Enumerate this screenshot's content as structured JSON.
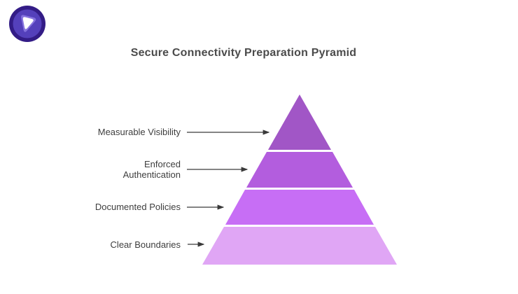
{
  "title": "Secure Connectivity Preparation Pyramid",
  "logo": {
    "name": "shield-pick-logo",
    "colors": {
      "outer": "#331c86",
      "mid": "#5440bb",
      "halo": "#8673de",
      "center": "#ffffff"
    }
  },
  "chart_data": {
    "type": "pyramid",
    "title": "Secure Connectivity Preparation Pyramid",
    "levels_top_to_bottom": [
      "Measurable Visibility",
      "Enforced Authentication",
      "Documented Policies",
      "Clear Boundaries"
    ],
    "colors_top_to_bottom": [
      "#a156c6",
      "#b35dde",
      "#c76ef5",
      "#e0a6f5"
    ],
    "legend": "none",
    "labels_position": "left-with-arrows"
  },
  "pyramid": {
    "arrow_color": "#3a3a3a",
    "levels": [
      {
        "label": "Measurable Visibility",
        "color": "#a156c6"
      },
      {
        "label": "Enforced\nAuthentication",
        "color": "#b35dde"
      },
      {
        "label": "Documented Policies",
        "color": "#c76ef5"
      },
      {
        "label": "Clear Boundaries",
        "color": "#e0a6f5"
      }
    ]
  }
}
